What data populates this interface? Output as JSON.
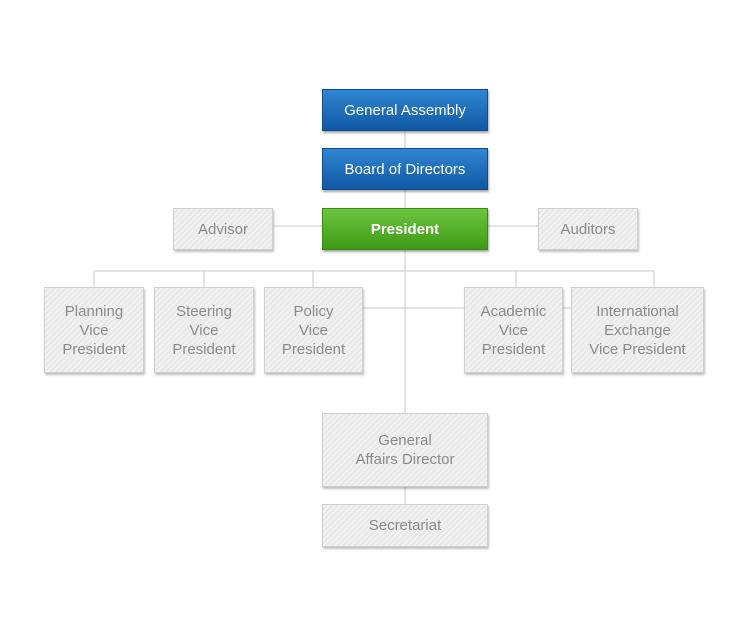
{
  "colors": {
    "blue": "#1a6bbd",
    "green": "#4fae27",
    "grey_box": "#ececec",
    "grey_text": "#8a8a8a",
    "line": "#c8c8c8"
  },
  "nodes": {
    "general_assembly": "General Assembly",
    "board_of_directors": "Board of Directors",
    "advisor": "Advisor",
    "president": "President",
    "auditors": "Auditors",
    "planning_vp": "Planning\nVice\nPresident",
    "steering_vp": "Steering\nVice\nPresident",
    "policy_vp": "Policy\nVice\nPresident",
    "academic_vp": "Academic\nVice\nPresident",
    "international_vp": "International\nExchange\nVice President",
    "general_affairs_director": "General\nAffairs Director",
    "secretariat": "Secretariat"
  }
}
